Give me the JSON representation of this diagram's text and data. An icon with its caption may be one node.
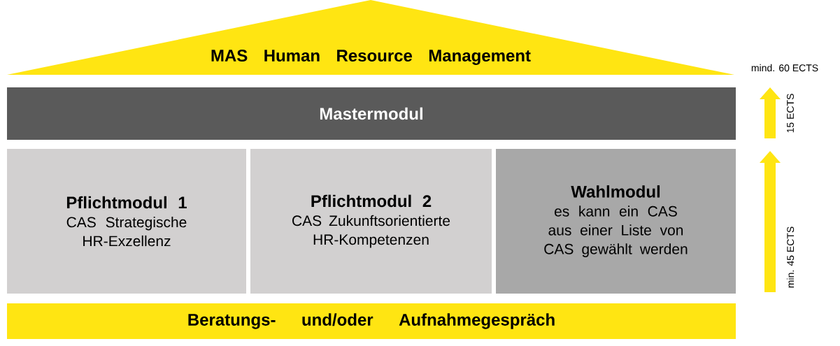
{
  "diagram": {
    "nodes": [
      {
        "text": [
          "MAS Human Resource Management"
        ]
      },
      {
        "text": [
          "Mastermodul"
        ]
      },
      {
        "text": [
          "Pflichtmodul 1",
          "CAS Strategische HR-Exzellenz"
        ]
      },
      {
        "text": [
          "Pflichtmodul 2",
          "CAS Zukunftsorientierte HR-Kompetenzen"
        ]
      },
      {
        "text": [
          "Wahlmodul",
          "es kann ein CAS aus einer Liste von CAS gewählt werden"
        ]
      },
      {
        "text": [
          "Beratungs- und/oder Aufnahmegespräch"
        ]
      }
    ],
    "labels": [
      "mind. 60 ECTS",
      "15 ECTS",
      "min. 45 ECTS"
    ]
  }
}
